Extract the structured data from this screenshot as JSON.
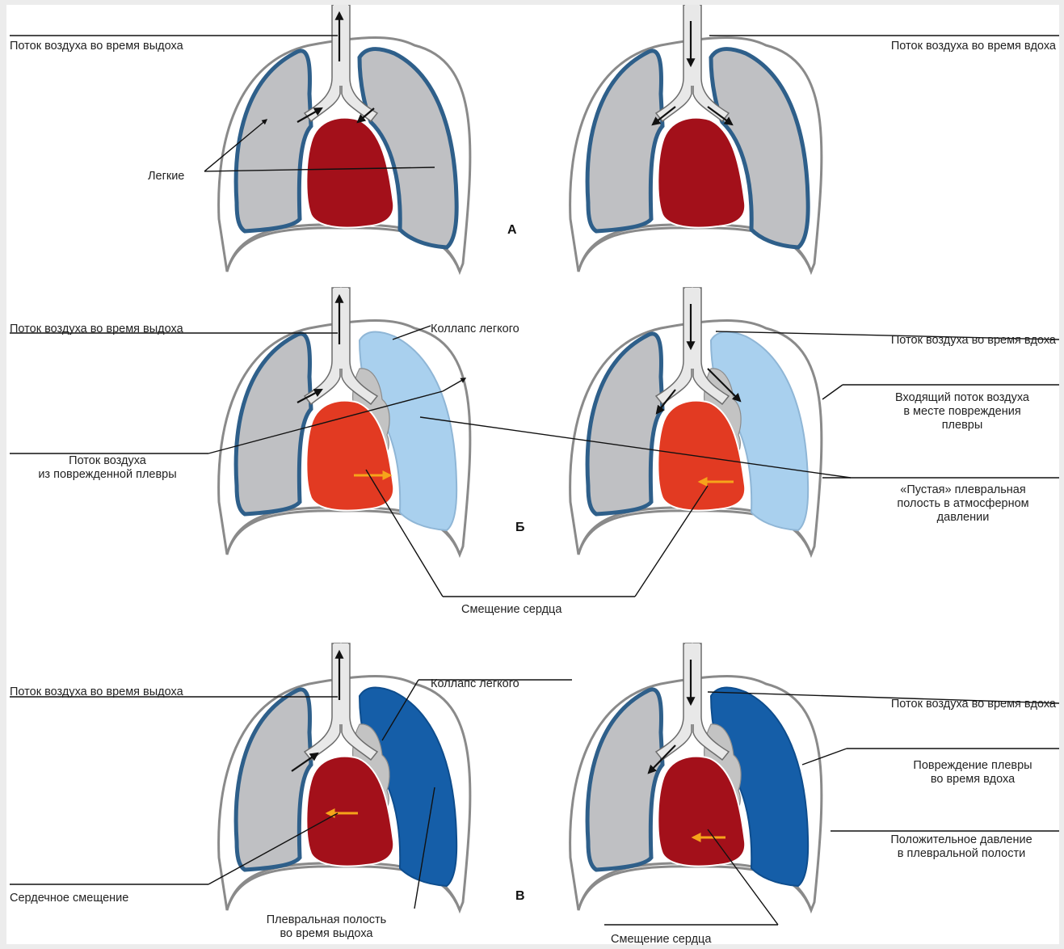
{
  "colors": {
    "lung_normal": "#bfc0c3",
    "lung_border": "#2e5f8a",
    "heart_normal": "#a3101a",
    "heart_displaced": "#e23a22",
    "pleura_open": "#a9d0ee",
    "pleura_tension": "#155ea8",
    "collapsed_lung": "#c3c3c3",
    "arrow_orange": "#f6a41a"
  },
  "panels": [
    {
      "letter": "А"
    },
    {
      "letter": "Б"
    },
    {
      "letter": "В"
    }
  ],
  "labels": {
    "a_exhale": "Поток воздуха во время выдоха",
    "a_inhale": "Поток воздуха во время вдоха",
    "a_lungs": "Легкие",
    "b_exhale": "Поток воздуха во время выдоха",
    "b_collapse": "Коллапс легкого",
    "b_inhale": "Поток воздуха во время вдоха",
    "b_outflow_1": "Поток воздуха",
    "b_outflow_2": "из поврежденной плевры",
    "b_inflow_1": "Входящий поток воздуха",
    "b_inflow_2": "в месте повреждения",
    "b_inflow_3": "плевры",
    "b_empty_1": "«Пустая» плевральная",
    "b_empty_2": "полость в атмосферном",
    "b_empty_3": "давлении",
    "b_shift": "Смещение сердца",
    "c_exhale": "Поток воздуха во время выдоха",
    "c_collapse": "Коллапс легкого",
    "c_inhale": "Поток воздуха во время вдоха",
    "c_damage_1": "Повреждение плевры",
    "c_damage_2": "во время вдоха",
    "c_positive_1": "Положительное давление",
    "c_positive_2": "в плевральной полости",
    "c_cardiac": "Сердечное смещение",
    "c_cavity_1": "Плевральная полость",
    "c_cavity_2": "во время выдоха",
    "c_shift": "Смещение сердца"
  }
}
